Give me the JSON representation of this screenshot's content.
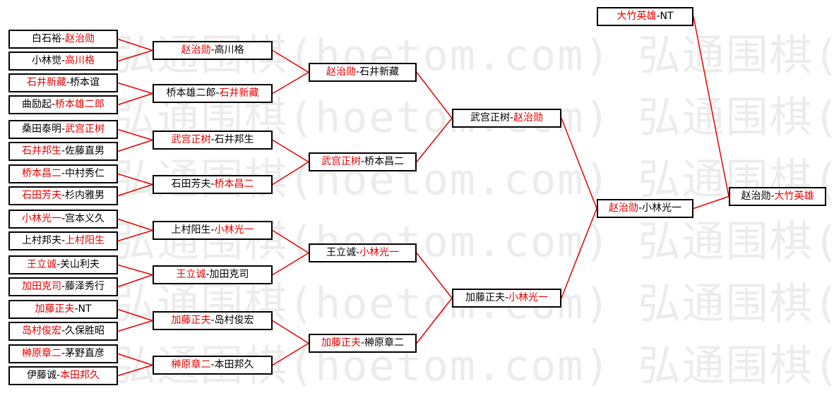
{
  "watermark": "弘通围棋(hoetom.com) 弘通围棋(hoetom.com) 弘通围棋(hoetom.com)",
  "colors": {
    "winner": "#e60000",
    "line": "#e60000",
    "border": "#000000"
  },
  "bracket": {
    "round1": [
      {
        "a": "白石裕",
        "b": "赵治勋",
        "winner": "b"
      },
      {
        "a": "小林觉",
        "b": "高川格",
        "winner": "b"
      },
      {
        "a": "石井新藏",
        "b": "桥本谊",
        "winner": "a"
      },
      {
        "a": "曲励起",
        "b": "桥本雄二郎",
        "winner": "b"
      },
      {
        "a": "桑田泰明",
        "b": "武宫正树",
        "winner": "b"
      },
      {
        "a": "石井邦生",
        "b": "佐藤直男",
        "winner": "a"
      },
      {
        "a": "桥本昌二",
        "b": "中村秀仁",
        "winner": "a"
      },
      {
        "a": "石田芳夫",
        "b": "杉内雅男",
        "winner": "a"
      },
      {
        "a": "小林光一",
        "b": "宫本义久",
        "winner": "a"
      },
      {
        "a": "上村邦夫",
        "b": "上村阳生",
        "winner": "b"
      },
      {
        "a": "王立诚",
        "b": "关山利夫",
        "winner": "a"
      },
      {
        "a": "加田克司",
        "b": "藤泽秀行",
        "winner": "a"
      },
      {
        "a": "加藤正夫",
        "b": "NT",
        "winner": "a"
      },
      {
        "a": "岛村俊宏",
        "b": "久保胜昭",
        "winner": "a"
      },
      {
        "a": "榊原章二",
        "b": "茅野直彦",
        "winner": "a"
      },
      {
        "a": "伊藤诚",
        "b": "本田邦久",
        "winner": "b"
      }
    ],
    "round2": [
      {
        "a": "赵治勋",
        "b": "高川格",
        "winner": "a"
      },
      {
        "a": "桥本雄二郎",
        "b": "石井新藏",
        "winner": "b"
      },
      {
        "a": "武宫正树",
        "b": "石井邦生",
        "winner": "a"
      },
      {
        "a": "石田芳夫",
        "b": "桥本昌二",
        "winner": "b"
      },
      {
        "a": "上村阳生",
        "b": "小林光一",
        "winner": "b"
      },
      {
        "a": "王立诚",
        "b": "加田克司",
        "winner": "a"
      },
      {
        "a": "加藤正夫",
        "b": "岛村俊宏",
        "winner": "a"
      },
      {
        "a": "榊原章二",
        "b": "本田邦久",
        "winner": "a"
      }
    ],
    "round3": [
      {
        "a": "赵治勋",
        "b": "石井新藏",
        "winner": "a"
      },
      {
        "a": "武宫正树",
        "b": "桥本昌二",
        "winner": "a"
      },
      {
        "a": "王立诚",
        "b": "小林光一",
        "winner": "b"
      },
      {
        "a": "加藤正夫",
        "b": "榊原章二",
        "winner": "a"
      }
    ],
    "round4": [
      {
        "a": "武宫正树",
        "b": "赵治勋",
        "winner": "b"
      },
      {
        "a": "加藤正夫",
        "b": "小林光一",
        "winner": "b"
      }
    ],
    "round5": [
      {
        "a": "赵治勋",
        "b": "小林光一",
        "winner": "a"
      }
    ],
    "challenger": {
      "a": "大竹英雄",
      "b": "NT",
      "winner": "a"
    },
    "final": {
      "a": "赵治勋",
      "b": "大竹英雄",
      "winner": "b"
    }
  }
}
